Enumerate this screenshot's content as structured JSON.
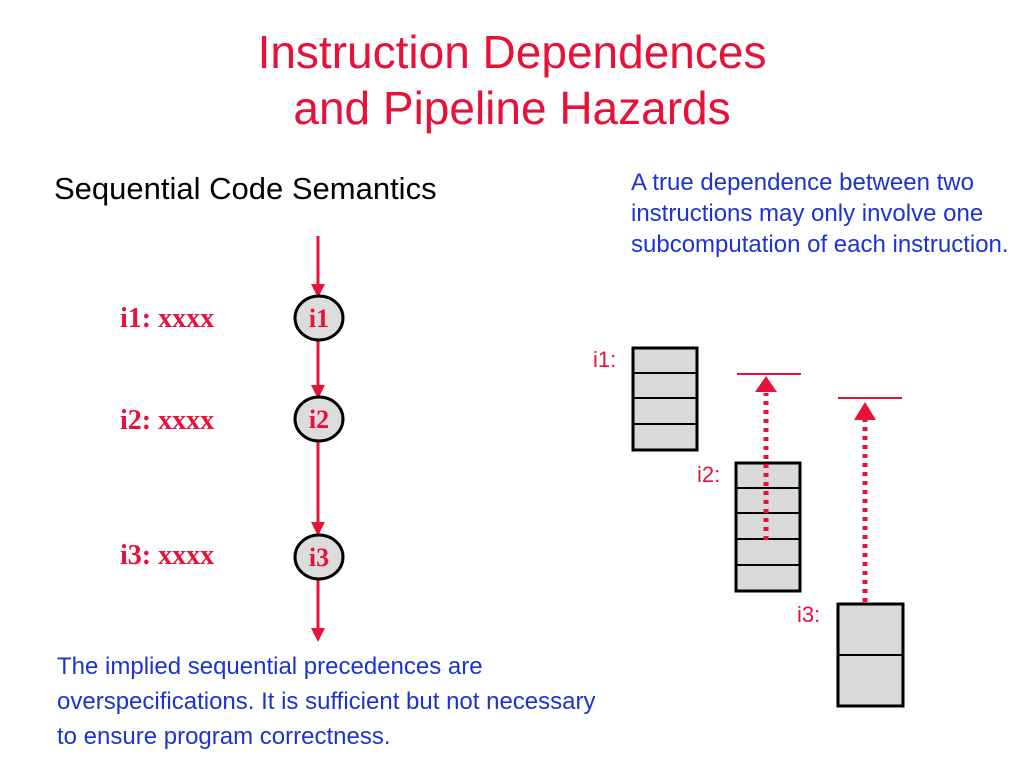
{
  "title": {
    "line1": "Instruction Dependences",
    "line2": "and Pipeline Hazards"
  },
  "left_panel": {
    "heading": "Sequential Code Semantics",
    "instructions": [
      {
        "label": "i1: xxxx",
        "node": "i1"
      },
      {
        "label": "i2: xxxx",
        "node": "i2"
      },
      {
        "label": "i3: xxxx",
        "node": "i3"
      }
    ]
  },
  "right_panel": {
    "note": "A true dependence between two instructions may only involve one subcomputation of each instruction.",
    "blocks": [
      {
        "label": "i1:"
      },
      {
        "label": "i2:"
      },
      {
        "label": "i3:"
      }
    ]
  },
  "bottom_note": "The implied sequential precedences are overspecifications. It is sufficient but not necessary to ensure program correctness.",
  "colors": {
    "accent": "#e8113a",
    "note_text": "#1d33d1",
    "box_fill": "#d9d9d9",
    "node_fill": "#dcdcdc"
  }
}
